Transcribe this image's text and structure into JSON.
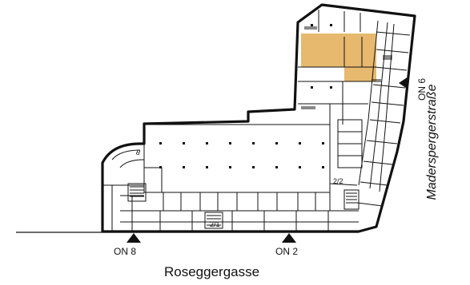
{
  "streets": {
    "bottom": "Roseggergasse",
    "right": "Maderspergerstraße"
  },
  "entrances": {
    "on8": "ON 8",
    "on2": "ON 2",
    "on6": "ON 6"
  },
  "stair_labels": {
    "s21": "2/1",
    "s22": "2/2",
    "s8": "8"
  },
  "colors": {
    "highlight": "#e6b96e",
    "wall": "#111111",
    "background": "#ffffff"
  }
}
